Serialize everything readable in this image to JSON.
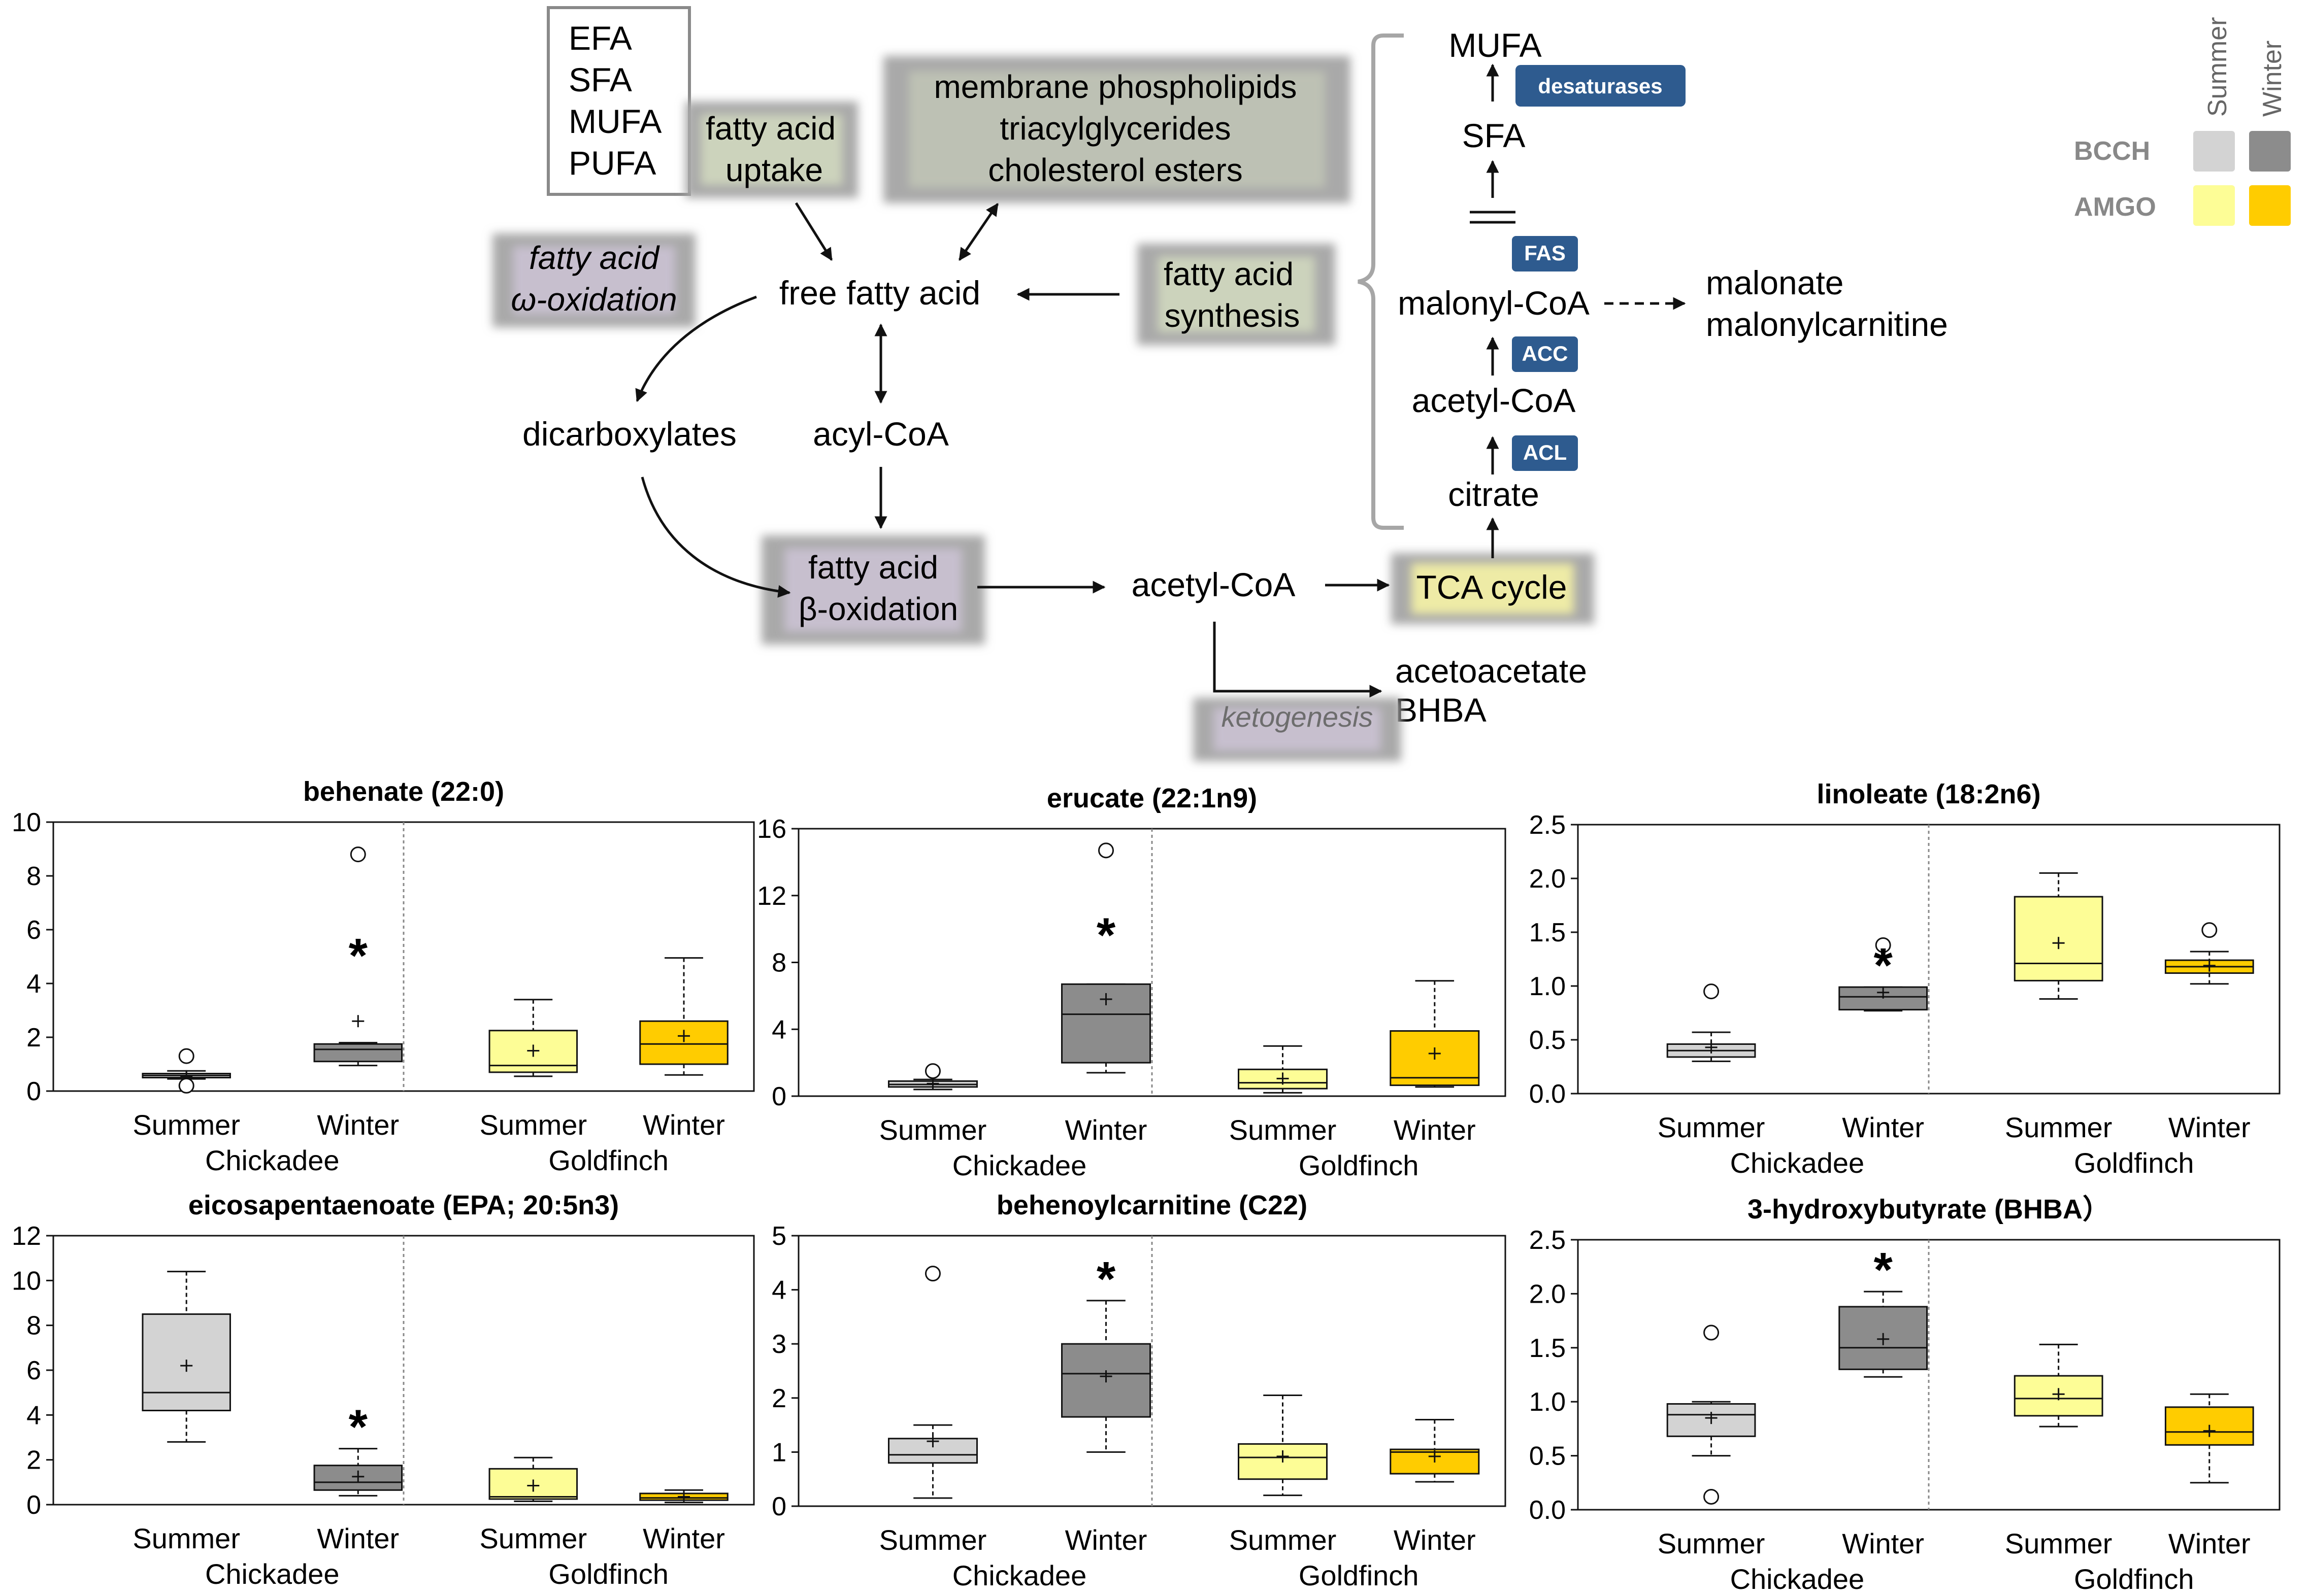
{
  "pathway": {
    "legend_box": [
      "EFA",
      "SFA",
      "MUFA",
      "PUFA"
    ],
    "nodes": {
      "fa_uptake": [
        "fatty acid",
        "uptake"
      ],
      "membrane": [
        "membrane phospholipids",
        "triacylglycerides",
        "cholesterol esters"
      ],
      "omega_ox": [
        "fatty acid",
        "ω-oxidation"
      ],
      "ffa": "free fatty acid",
      "fa_synthesis": [
        "fatty acid",
        "synthesis"
      ],
      "dicarboxylates": "dicarboxylates",
      "acyl_coa": "acyl-CoA",
      "beta_ox": [
        "fatty acid",
        "β-oxidation"
      ],
      "acetyl_coa_main": "acetyl-CoA",
      "tca": "TCA cycle",
      "ketone_products": [
        "acetoacetate",
        "BHBA"
      ],
      "ketogenesis": "ketogenesis",
      "mufa": "MUFA",
      "sfa": "SFA",
      "malonyl_coa": "malonyl-CoA",
      "malonate_products": [
        "malonate",
        "malonylcarnitine"
      ],
      "acetyl_coa_syn": "acetyl-CoA",
      "citrate": "citrate"
    },
    "enzymes": {
      "desaturases": "desaturases",
      "fas": "FAS",
      "acc": "ACC",
      "acl": "ACL"
    },
    "colors": {
      "enzyme_badge": "#2e5b8f",
      "node_shadow": "#a9a9a9",
      "green_tint": "#e4efc9",
      "purple_tint": "#dccfe8",
      "yellow_tint": "#f6f3a6",
      "bracket": "#a6a6a6"
    }
  },
  "legend": {
    "season_headers": [
      "Summer",
      "Winter"
    ],
    "species": [
      {
        "code": "BCCH",
        "summer_color": "#d3d3d3",
        "winter_color": "#8c8c8c"
      },
      {
        "code": "AMGO",
        "summer_color": "#fdfd96",
        "winter_color": "#ffcc00"
      }
    ]
  },
  "chart_data": [
    {
      "type": "box",
      "title": "behenate (22:0)",
      "ylim": [
        0,
        10
      ],
      "yticks": [
        0,
        2,
        4,
        6,
        8,
        10
      ],
      "ytick_labels": [
        "0",
        "2",
        "4",
        "6",
        "8",
        "10"
      ],
      "x_tick_labels": [
        "Summer",
        "Winter",
        "Summer",
        "Winter"
      ],
      "group_labels": [
        "Chickadee",
        "Goldfinch"
      ],
      "boxes": [
        {
          "color": "#d3d3d3",
          "whisker_low": 0.45,
          "q1": 0.5,
          "median": 0.58,
          "q3": 0.65,
          "whisker_high": 0.75,
          "mean": 0.55,
          "outliers": [
            1.3,
            0.2
          ],
          "significant": false
        },
        {
          "color": "#8c8c8c",
          "whisker_low": 0.95,
          "q1": 1.1,
          "median": 1.55,
          "q3": 1.75,
          "whisker_high": 1.8,
          "mean": 2.6,
          "outliers": [
            8.8
          ],
          "significant": true
        },
        {
          "color": "#fdfd96",
          "whisker_low": 0.55,
          "q1": 0.7,
          "median": 0.95,
          "q3": 2.25,
          "whisker_high": 3.4,
          "mean": 1.5,
          "outliers": [],
          "significant": false
        },
        {
          "color": "#ffcc00",
          "whisker_low": 0.6,
          "q1": 1.0,
          "median": 1.75,
          "q3": 2.6,
          "whisker_high": 4.95,
          "mean": 2.05,
          "outliers": [],
          "significant": false
        }
      ]
    },
    {
      "type": "box",
      "title": "erucate (22:1n9)",
      "ylim": [
        0,
        16
      ],
      "yticks": [
        0,
        4,
        8,
        12,
        16
      ],
      "ytick_labels": [
        "0",
        "4",
        "8",
        "12",
        "16"
      ],
      "x_tick_labels": [
        "Summer",
        "Winter",
        "Summer",
        "Winter"
      ],
      "group_labels": [
        "Chickadee",
        "Goldfinch"
      ],
      "boxes": [
        {
          "color": "#d3d3d3",
          "whisker_low": 0.4,
          "q1": 0.55,
          "median": 0.7,
          "q3": 0.9,
          "whisker_high": 1.0,
          "mean": 0.75,
          "outliers": [
            1.5
          ],
          "significant": false
        },
        {
          "color": "#8c8c8c",
          "whisker_low": 1.4,
          "q1": 2.0,
          "median": 4.9,
          "q3": 6.7,
          "whisker_high": 6.7,
          "mean": 5.8,
          "outliers": [
            14.7
          ],
          "significant": true
        },
        {
          "color": "#fdfd96",
          "whisker_low": 0.2,
          "q1": 0.45,
          "median": 0.8,
          "q3": 1.6,
          "whisker_high": 3.0,
          "mean": 1.05,
          "outliers": [],
          "significant": false
        },
        {
          "color": "#ffcc00",
          "whisker_low": 0.55,
          "q1": 0.65,
          "median": 1.1,
          "q3": 3.9,
          "whisker_high": 6.9,
          "mean": 2.55,
          "outliers": [],
          "significant": false
        }
      ]
    },
    {
      "type": "box",
      "title": "linoleate (18:2n6)",
      "ylim": [
        0,
        2.5
      ],
      "yticks": [
        0,
        0.5,
        1.0,
        1.5,
        2.0,
        2.5
      ],
      "ytick_labels": [
        "0.0",
        "0.5",
        "1.0",
        "1.5",
        "2.0",
        "2.5"
      ],
      "x_tick_labels": [
        "Summer",
        "Winter",
        "Summer",
        "Winter"
      ],
      "group_labels": [
        "Chickadee",
        "Goldfinch"
      ],
      "boxes": [
        {
          "color": "#d3d3d3",
          "whisker_low": 0.3,
          "q1": 0.34,
          "median": 0.4,
          "q3": 0.46,
          "whisker_high": 0.57,
          "mean": 0.43,
          "outliers": [
            0.95
          ],
          "significant": false
        },
        {
          "color": "#8c8c8c",
          "whisker_low": 0.77,
          "q1": 0.78,
          "median": 0.9,
          "q3": 0.99,
          "whisker_high": 0.99,
          "mean": 0.94,
          "outliers": [
            1.38
          ],
          "significant": true
        },
        {
          "color": "#fdfd96",
          "whisker_low": 0.88,
          "q1": 1.05,
          "median": 1.21,
          "q3": 1.83,
          "whisker_high": 2.05,
          "mean": 1.4,
          "outliers": [],
          "significant": false
        },
        {
          "color": "#ffcc00",
          "whisker_low": 1.02,
          "q1": 1.12,
          "median": 1.18,
          "q3": 1.24,
          "whisker_high": 1.32,
          "mean": 1.19,
          "outliers": [
            1.52
          ],
          "significant": false
        }
      ]
    },
    {
      "type": "box",
      "title": "eicosapentaenoate (EPA; 20:5n3)",
      "ylim": [
        0,
        12
      ],
      "yticks": [
        0,
        2,
        4,
        6,
        8,
        10,
        12
      ],
      "ytick_labels": [
        "0",
        "2",
        "4",
        "6",
        "8",
        "10",
        "12"
      ],
      "x_tick_labels": [
        "Summer",
        "Winter",
        "Summer",
        "Winter"
      ],
      "group_labels": [
        "Chickadee",
        "Goldfinch"
      ],
      "boxes": [
        {
          "color": "#d3d3d3",
          "whisker_low": 2.8,
          "q1": 4.2,
          "median": 5.0,
          "q3": 8.5,
          "whisker_high": 10.4,
          "mean": 6.2,
          "outliers": [],
          "significant": false
        },
        {
          "color": "#8c8c8c",
          "whisker_low": 0.4,
          "q1": 0.65,
          "median": 1.0,
          "q3": 1.75,
          "whisker_high": 2.5,
          "mean": 1.25,
          "outliers": [],
          "significant": true
        },
        {
          "color": "#fdfd96",
          "whisker_low": 0.15,
          "q1": 0.25,
          "median": 0.35,
          "q3": 1.6,
          "whisker_high": 2.1,
          "mean": 0.85,
          "outliers": [],
          "significant": false
        },
        {
          "color": "#ffcc00",
          "whisker_low": 0.1,
          "q1": 0.2,
          "median": 0.3,
          "q3": 0.5,
          "whisker_high": 0.65,
          "mean": 0.35,
          "outliers": [],
          "significant": false
        }
      ]
    },
    {
      "type": "box",
      "title": "behenoylcarnitine (C22)",
      "ylim": [
        0,
        5
      ],
      "yticks": [
        0,
        1,
        2,
        3,
        4,
        5
      ],
      "ytick_labels": [
        "0",
        "1",
        "2",
        "3",
        "4",
        "5"
      ],
      "x_tick_labels": [
        "Summer",
        "Winter",
        "Summer",
        "Winter"
      ],
      "group_labels": [
        "Chickadee",
        "Goldfinch"
      ],
      "boxes": [
        {
          "color": "#d3d3d3",
          "whisker_low": 0.15,
          "q1": 0.8,
          "median": 0.95,
          "q3": 1.25,
          "whisker_high": 1.5,
          "mean": 1.2,
          "outliers": [
            4.3
          ],
          "significant": false
        },
        {
          "color": "#8c8c8c",
          "whisker_low": 1.0,
          "q1": 1.65,
          "median": 2.45,
          "q3": 3.0,
          "whisker_high": 3.8,
          "mean": 2.4,
          "outliers": [],
          "significant": true
        },
        {
          "color": "#fdfd96",
          "whisker_low": 0.2,
          "q1": 0.5,
          "median": 0.9,
          "q3": 1.15,
          "whisker_high": 2.05,
          "mean": 0.92,
          "outliers": [],
          "significant": false
        },
        {
          "color": "#ffcc00",
          "whisker_low": 0.45,
          "q1": 0.6,
          "median": 1.0,
          "q3": 1.05,
          "whisker_high": 1.6,
          "mean": 0.92,
          "outliers": [],
          "significant": false
        }
      ]
    },
    {
      "type": "box",
      "title": "3-hydroxybutyrate (BHBA）",
      "ylim": [
        0,
        2.5
      ],
      "yticks": [
        0,
        0.5,
        1.0,
        1.5,
        2.0,
        2.5
      ],
      "ytick_labels": [
        "0.0",
        "0.5",
        "1.0",
        "1.5",
        "2.0",
        "2.5"
      ],
      "x_tick_labels": [
        "Summer",
        "Winter",
        "Summer",
        "Winter"
      ],
      "group_labels": [
        "Chickadee",
        "Goldfinch"
      ],
      "boxes": [
        {
          "color": "#d3d3d3",
          "whisker_low": 0.5,
          "q1": 0.68,
          "median": 0.88,
          "q3": 0.98,
          "whisker_high": 1.0,
          "mean": 0.85,
          "outliers": [
            1.64,
            0.12
          ],
          "significant": false
        },
        {
          "color": "#8c8c8c",
          "whisker_low": 1.23,
          "q1": 1.3,
          "median": 1.5,
          "q3": 1.88,
          "whisker_high": 2.02,
          "mean": 1.58,
          "outliers": [],
          "significant": true
        },
        {
          "color": "#fdfd96",
          "whisker_low": 0.77,
          "q1": 0.87,
          "median": 1.03,
          "q3": 1.24,
          "whisker_high": 1.53,
          "mean": 1.07,
          "outliers": [],
          "significant": false
        },
        {
          "color": "#ffcc00",
          "whisker_low": 0.25,
          "q1": 0.6,
          "median": 0.72,
          "q3": 0.95,
          "whisker_high": 1.07,
          "mean": 0.73,
          "outliers": [],
          "significant": false
        }
      ]
    }
  ]
}
